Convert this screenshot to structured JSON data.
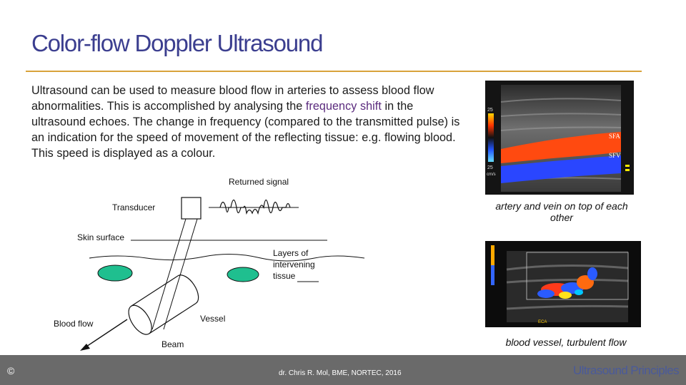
{
  "slide": {
    "title": "Color-flow Doppler Ultrasound",
    "body": {
      "before_highlight": "Ultrasound can be used to measure blood flow in arteries to assess blood flow abnormalities. This is accomplished by analysing the ",
      "highlight": "frequency shift",
      "after_highlight": " in the ultrasound echoes. The change in frequency (compared to the transmitted pulse) is an indication for the speed of movement of the reflecting tissue: e.g. flowing blood. This speed is displayed as a colour."
    },
    "diagram": {
      "returned_signal": "Returned signal",
      "transducer": "Transducer",
      "skin_surface": "Skin surface",
      "layers": [
        "Layers of",
        "intervening",
        "tissue"
      ],
      "vessel": "Vessel",
      "blood_flow": "Blood flow",
      "beam": "Beam"
    },
    "images": {
      "top": {
        "labels": [
          "SFA",
          "SFV"
        ],
        "scale_top": "25",
        "scale_bottom": "25",
        "scale_unit": "cm/s",
        "caption": "artery and vein on top of each other"
      },
      "bottom": {
        "label": "ECA",
        "caption": "blood vessel, turbulent flow"
      }
    },
    "footer": {
      "copyright": "©",
      "credit": "dr. Chris R. Mol, BME, NORTEC, 2016",
      "course": "Ultrasound Principles"
    },
    "colors": {
      "title": "#3b3e8f",
      "rule": "#d9a33a",
      "highlight": "#5b2b7e",
      "footer_bar": "#6a6a6a",
      "ellipse": "#1fbf8f"
    }
  }
}
